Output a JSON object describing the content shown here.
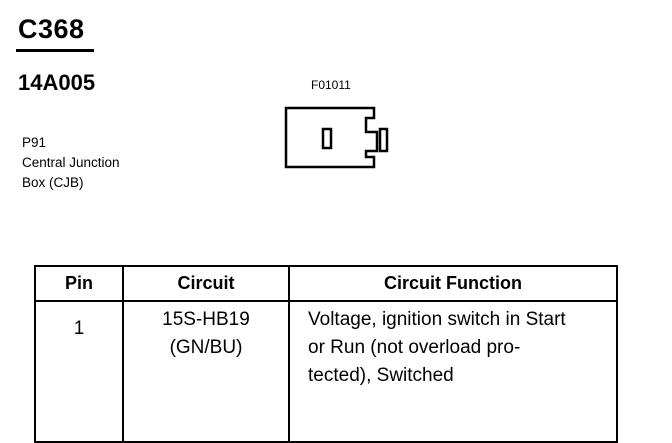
{
  "connector": {
    "id": "C368",
    "part_number": "14A005",
    "figure_id": "F01011",
    "location_lines": [
      "P91",
      "Central Junction",
      "Box (CJB)"
    ]
  },
  "pin_table": {
    "headers": [
      "Pin",
      "Circuit",
      "Circuit Function"
    ],
    "rows": [
      {
        "pin": "1",
        "circuit_lines": [
          "15S-HB19",
          "(GN/BU)"
        ],
        "function_lines": [
          "Voltage, ignition switch in Start",
          "or Run (not overload pro-",
          "tected), Switched"
        ]
      }
    ]
  }
}
